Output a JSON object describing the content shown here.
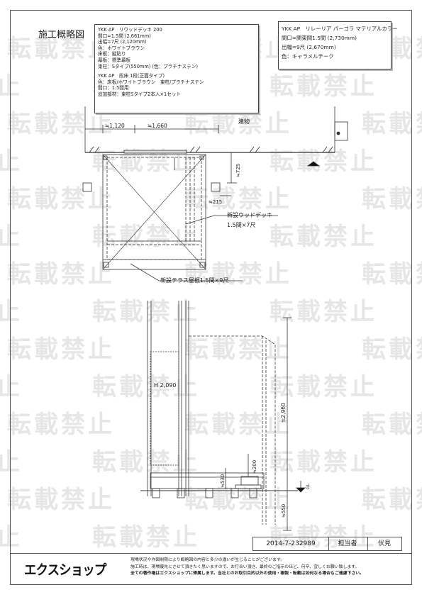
{
  "page": {
    "title": "施工概略図"
  },
  "spec_main": {
    "deck": [
      "YKK AP　リウッドデッキ 200",
      "間口=1.5間 (2,661mm)",
      "出幅=7尺 (2,120mm)",
      "色：ホワイトブラウン",
      "床板：縦貼り",
      "幕板：標準幕板",
      "束柱：Sタイプ(550mm) (色：プラチナステン)"
    ],
    "step": [
      "YKK AP　段床 1段(正面タイプ)",
      "色：床板/ホワイトブラウン　束柱/プラチナステン",
      "間口：1.5間用",
      "追加部材：束柱Sタイプ2本入×1セット"
    ]
  },
  "spec_pergola": {
    "lines": [
      "YKK AP　リレーリア パーゴラ マテリアルカラー",
      "間口=関東間1.5間 (2,730mm)",
      "出幅=9尺 (2,670mm)",
      "色：キャラメルチーク"
    ]
  },
  "plan": {
    "building_label": "建物",
    "dim_left": "≒1,120",
    "dim_mid": "≒1,660",
    "dim_725": "≒725",
    "dim_215": "≒215",
    "deck_label_1": "新設ウッドデッキ",
    "deck_label_2": "1.5間×7尺",
    "roof_label": "新設テラス屋根1.5間×9尺"
  },
  "elevation": {
    "h_label": "H 2,090",
    "dim_2960": "≒2,960",
    "dim_200": "≒200",
    "dim_530": "≒530",
    "dim_550": "≒550",
    "gl_label": "GL"
  },
  "watermark": {
    "text": "転載禁止"
  },
  "footer": {
    "code": "2014-7-232989",
    "role": "担当者",
    "name": "伏見",
    "logo": "エクスショップ",
    "notes": [
      "現場状況や作図制限により概略図の内容と多少の違いが生じることがございます。",
      "施工時は、現場優先とさせて頂きたく思いますので、お打合い頂き、最終のご指示のほど、何卒、宜しくお願い致します。",
      "全ての著作権はエクスショップに帰属します。当社とのお取引目的以外の使用・複製・転載は如何なる場合もご遠慮下さい。"
    ]
  }
}
